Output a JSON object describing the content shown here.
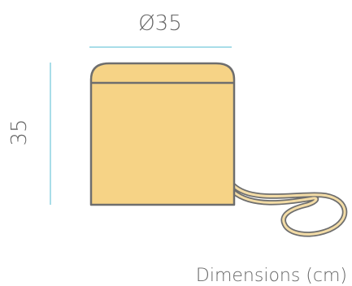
{
  "diagram": {
    "width_label": "Ø35",
    "height_label": "35",
    "caption": "Dimensions (cm)"
  },
  "colors": {
    "body_fill": "#f6d386",
    "outline": "#6e6e6e",
    "dimension_line": "#a9dde8",
    "text": "#666666",
    "cord_fill": "#f3dca6"
  }
}
